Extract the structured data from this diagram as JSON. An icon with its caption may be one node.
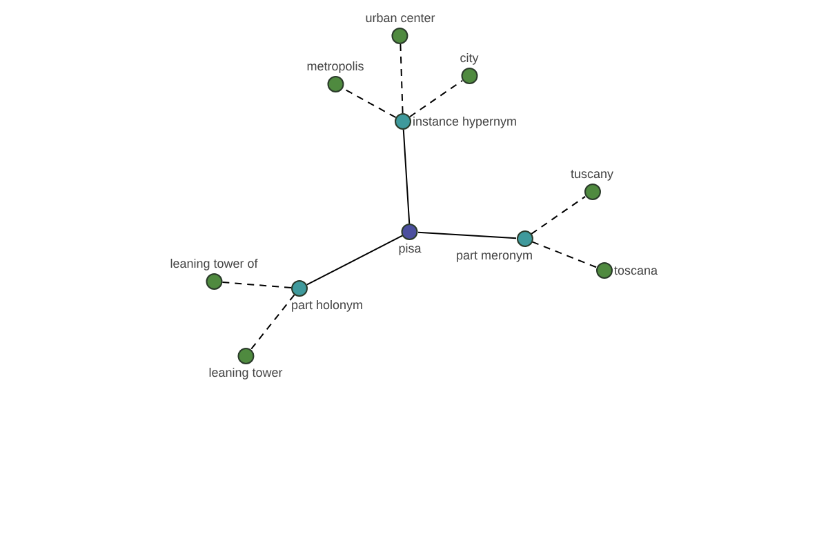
{
  "diagram": {
    "nodes": [
      {
        "text": [
          "urban center"
        ]
      },
      {
        "text": [
          "metropolis"
        ]
      },
      {
        "text": [
          "city"
        ]
      },
      {
        "text": [
          "instance hypernym"
        ]
      },
      {
        "text": [
          "tuscany"
        ]
      },
      {
        "text": [
          "pisa"
        ]
      },
      {
        "text": [
          "part meronym"
        ]
      },
      {
        "text": [
          "toscana"
        ]
      },
      {
        "text": [
          "leaning tower of"
        ]
      },
      {
        "text": [
          "part holonym"
        ]
      },
      {
        "text": [
          "leaning tower"
        ]
      }
    ],
    "edges": [
      {
        "from": 5,
        "to": 3,
        "arrow": "none"
      },
      {
        "from": 5,
        "to": 6,
        "arrow": "none"
      },
      {
        "from": 5,
        "to": 9,
        "arrow": "none"
      },
      {
        "from": 3,
        "to": 0,
        "arrow": "none",
        "style": "dashed"
      },
      {
        "from": 3,
        "to": 1,
        "arrow": "none",
        "style": "dashed"
      },
      {
        "from": 3,
        "to": 2,
        "arrow": "none",
        "style": "dashed"
      },
      {
        "from": 6,
        "to": 4,
        "arrow": "none",
        "style": "dashed"
      },
      {
        "from": 6,
        "to": 7,
        "arrow": "none",
        "style": "dashed"
      },
      {
        "from": 9,
        "to": 8,
        "arrow": "none",
        "style": "dashed"
      },
      {
        "from": 9,
        "to": 10,
        "arrow": "none",
        "style": "dashed"
      }
    ]
  }
}
